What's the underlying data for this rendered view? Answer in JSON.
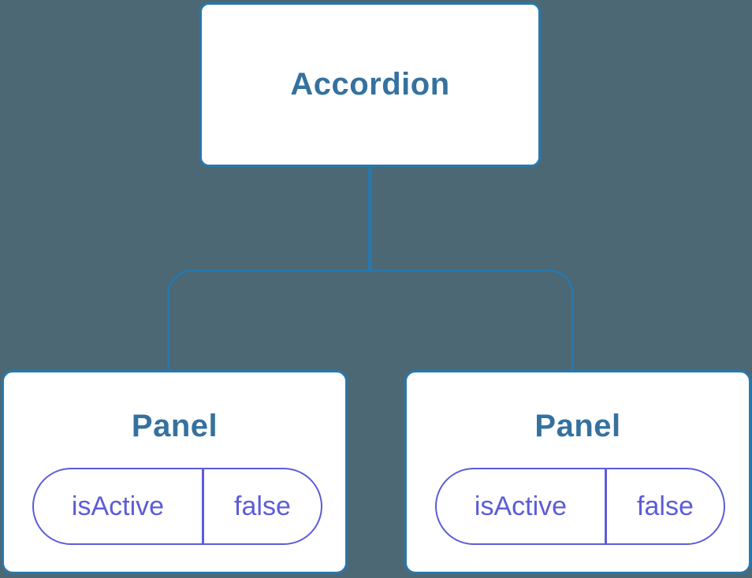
{
  "colors": {
    "background": "#4C6874",
    "connector": "#2878AC",
    "node_fill": "#FFFFFF",
    "title_text": "#35719F",
    "pill_accent": "#5C5CD9"
  },
  "diagram": {
    "root": {
      "title": "Accordion"
    },
    "children": [
      {
        "title": "Panel",
        "state": {
          "key": "isActive",
          "value": "false"
        }
      },
      {
        "title": "Panel",
        "state": {
          "key": "isActive",
          "value": "false"
        }
      }
    ]
  }
}
